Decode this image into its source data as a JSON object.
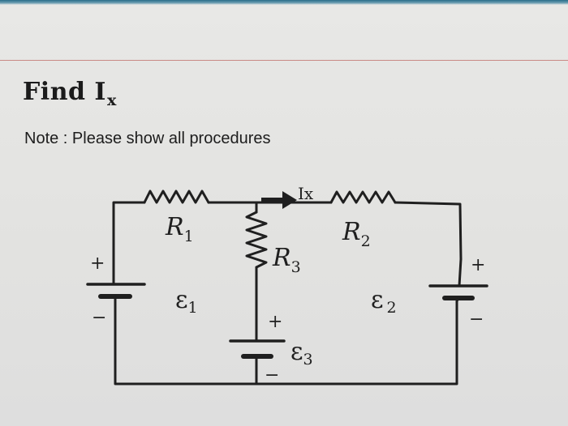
{
  "title": {
    "main": "Find I",
    "subscript": "x"
  },
  "note": "Note : Please show all procedures",
  "circuit": {
    "current_label": "Ix",
    "resistors": {
      "r1": {
        "letter": "R",
        "index": "1"
      },
      "r2": {
        "letter": "R",
        "index": "2"
      },
      "r3": {
        "letter": "R",
        "index": "3"
      }
    },
    "emfs": {
      "e1": {
        "symbol": "ε",
        "index": "1"
      },
      "e2": {
        "symbol": "ε",
        "index": "2"
      },
      "e3": {
        "symbol": "ε",
        "index": "3"
      }
    },
    "plus_sign": "+",
    "minus_sign": "−"
  }
}
